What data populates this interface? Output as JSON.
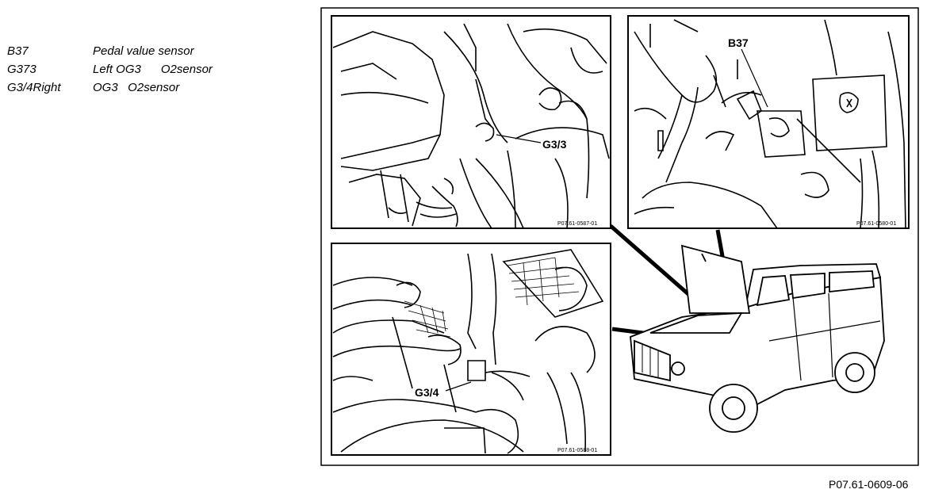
{
  "legend": [
    {
      "code": "B37",
      "desc": "Pedal value sensor"
    },
    {
      "code": "G373",
      "desc": "Left OG3      O2sensor"
    },
    {
      "code": "G3/4Right",
      "desc": "OG3   O2sensor"
    }
  ],
  "figure": {
    "panels": {
      "top_left": {
        "callout": "G3/3",
        "ref": "P07.61-0587-01"
      },
      "top_right": {
        "callout": "B37",
        "ref": "P07.61-0580-01"
      },
      "bottom_left": {
        "callout": "G3/4",
        "ref": "P07.61-0588-01"
      }
    }
  },
  "footer": {
    "id": "P07.61-0609-06"
  }
}
